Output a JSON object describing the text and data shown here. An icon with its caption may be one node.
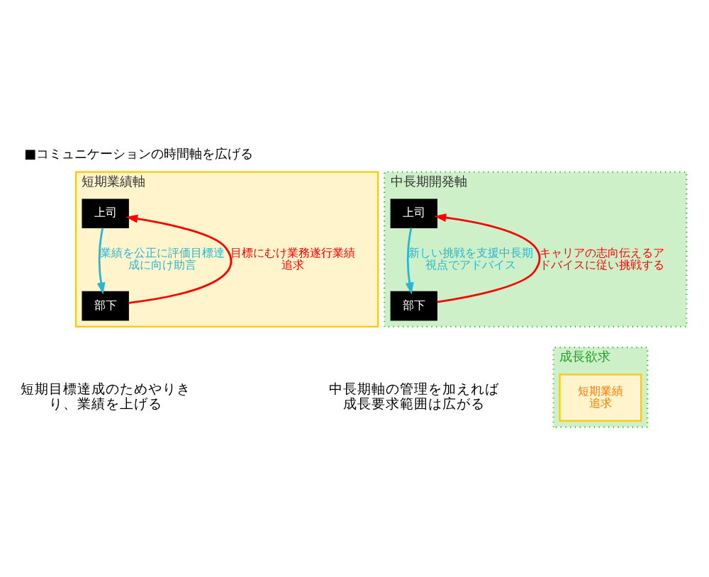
{
  "diagram": {
    "title": "■コミュニケーションの時間軸を広げる",
    "nodes": [
      {
        "text": [
          "短期業績軸"
        ]
      },
      {
        "text": [
          "上司"
        ],
        "in": 0
      },
      {
        "text": [
          "部下"
        ],
        "in": 0
      },
      {
        "text": [
          "中長期開発軸"
        ]
      },
      {
        "text": [
          "上司"
        ],
        "in": 3
      },
      {
        "text": [
          "部下"
        ],
        "in": 3
      },
      {
        "text": [
          "成長欲求"
        ]
      },
      {
        "text": [
          "短期業績追求"
        ],
        "in": 6
      }
    ],
    "edges": [
      {
        "from": 1,
        "to": 2,
        "arrow": "to",
        "label": "業績を公正に評価目標達成に向け助言",
        "color": "#29b6d0"
      },
      {
        "from": 2,
        "to": 1,
        "arrow": "to",
        "label": "目標にむけ業務遂行業績追求",
        "color": "#ff0000"
      },
      {
        "from": 4,
        "to": 5,
        "arrow": "to",
        "label": "新しい挑戦を支援中長期視点でアドバイス",
        "color": "#29b6d0"
      },
      {
        "from": 5,
        "to": 4,
        "arrow": "to",
        "label": "キャリアの志向伝えるアドバイスに従い挑戦する",
        "color": "#ff0000"
      }
    ],
    "labels": [
      "短期目標達成のためやりきり、業績を上げる",
      "中長期軸の管理を加えれば成長要求範囲は広がる"
    ]
  }
}
